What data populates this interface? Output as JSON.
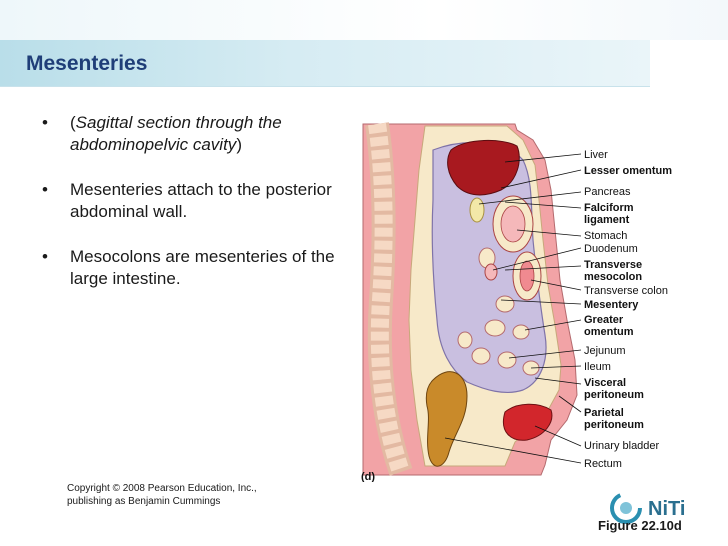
{
  "slide": {
    "title": "Mesenteries",
    "bullets": [
      {
        "prefix": "(",
        "italic": "Sagittal section through the abdominopelvic cavity",
        "suffix": ")"
      },
      {
        "text": "Mesenteries attach to the posterior abdominal wall."
      },
      {
        "text": "Mesocolons are mesenteries of the large intestine."
      }
    ],
    "copyright_line1": "Copyright © 2008 Pearson Education, Inc.,",
    "copyright_line2": "publishing as Benjamin Cummings",
    "figure_caption": "Figure 22.10d",
    "panel_label": "(d)",
    "logo_text": "NiTi"
  },
  "diagram": {
    "labels": [
      {
        "text": "Liver",
        "bold": false
      },
      {
        "text": "Lesser omentum",
        "bold": true
      },
      {
        "text": "Pancreas",
        "bold": false
      },
      {
        "text": "Falciform",
        "bold": true
      },
      {
        "text": "ligament",
        "bold": true
      },
      {
        "text": "Stomach",
        "bold": false
      },
      {
        "text": "Duodenum",
        "bold": false
      },
      {
        "text": "Transverse",
        "bold": true
      },
      {
        "text": "mesocolon",
        "bold": true
      },
      {
        "text": "Transverse colon",
        "bold": false
      },
      {
        "text": "Mesentery",
        "bold": true
      },
      {
        "text": "Greater",
        "bold": true
      },
      {
        "text": "omentum",
        "bold": true
      },
      {
        "text": "Jejunum",
        "bold": false
      },
      {
        "text": "Ileum",
        "bold": false
      },
      {
        "text": "Visceral",
        "bold": true
      },
      {
        "text": "peritoneum",
        "bold": true
      },
      {
        "text": "Parietal",
        "bold": true
      },
      {
        "text": "peritoneum",
        "bold": true
      },
      {
        "text": "Urinary bladder",
        "bold": false
      },
      {
        "text": "Rectum",
        "bold": false
      }
    ],
    "colors": {
      "wall": "#f2a3a6",
      "cavity": "#f7e9c9",
      "viscera": "#c9bfe0",
      "liver": "#a8191f",
      "bladder": "#d2262c",
      "rectum": "#c98a2a",
      "vertebra": "#f6d9c4"
    }
  }
}
